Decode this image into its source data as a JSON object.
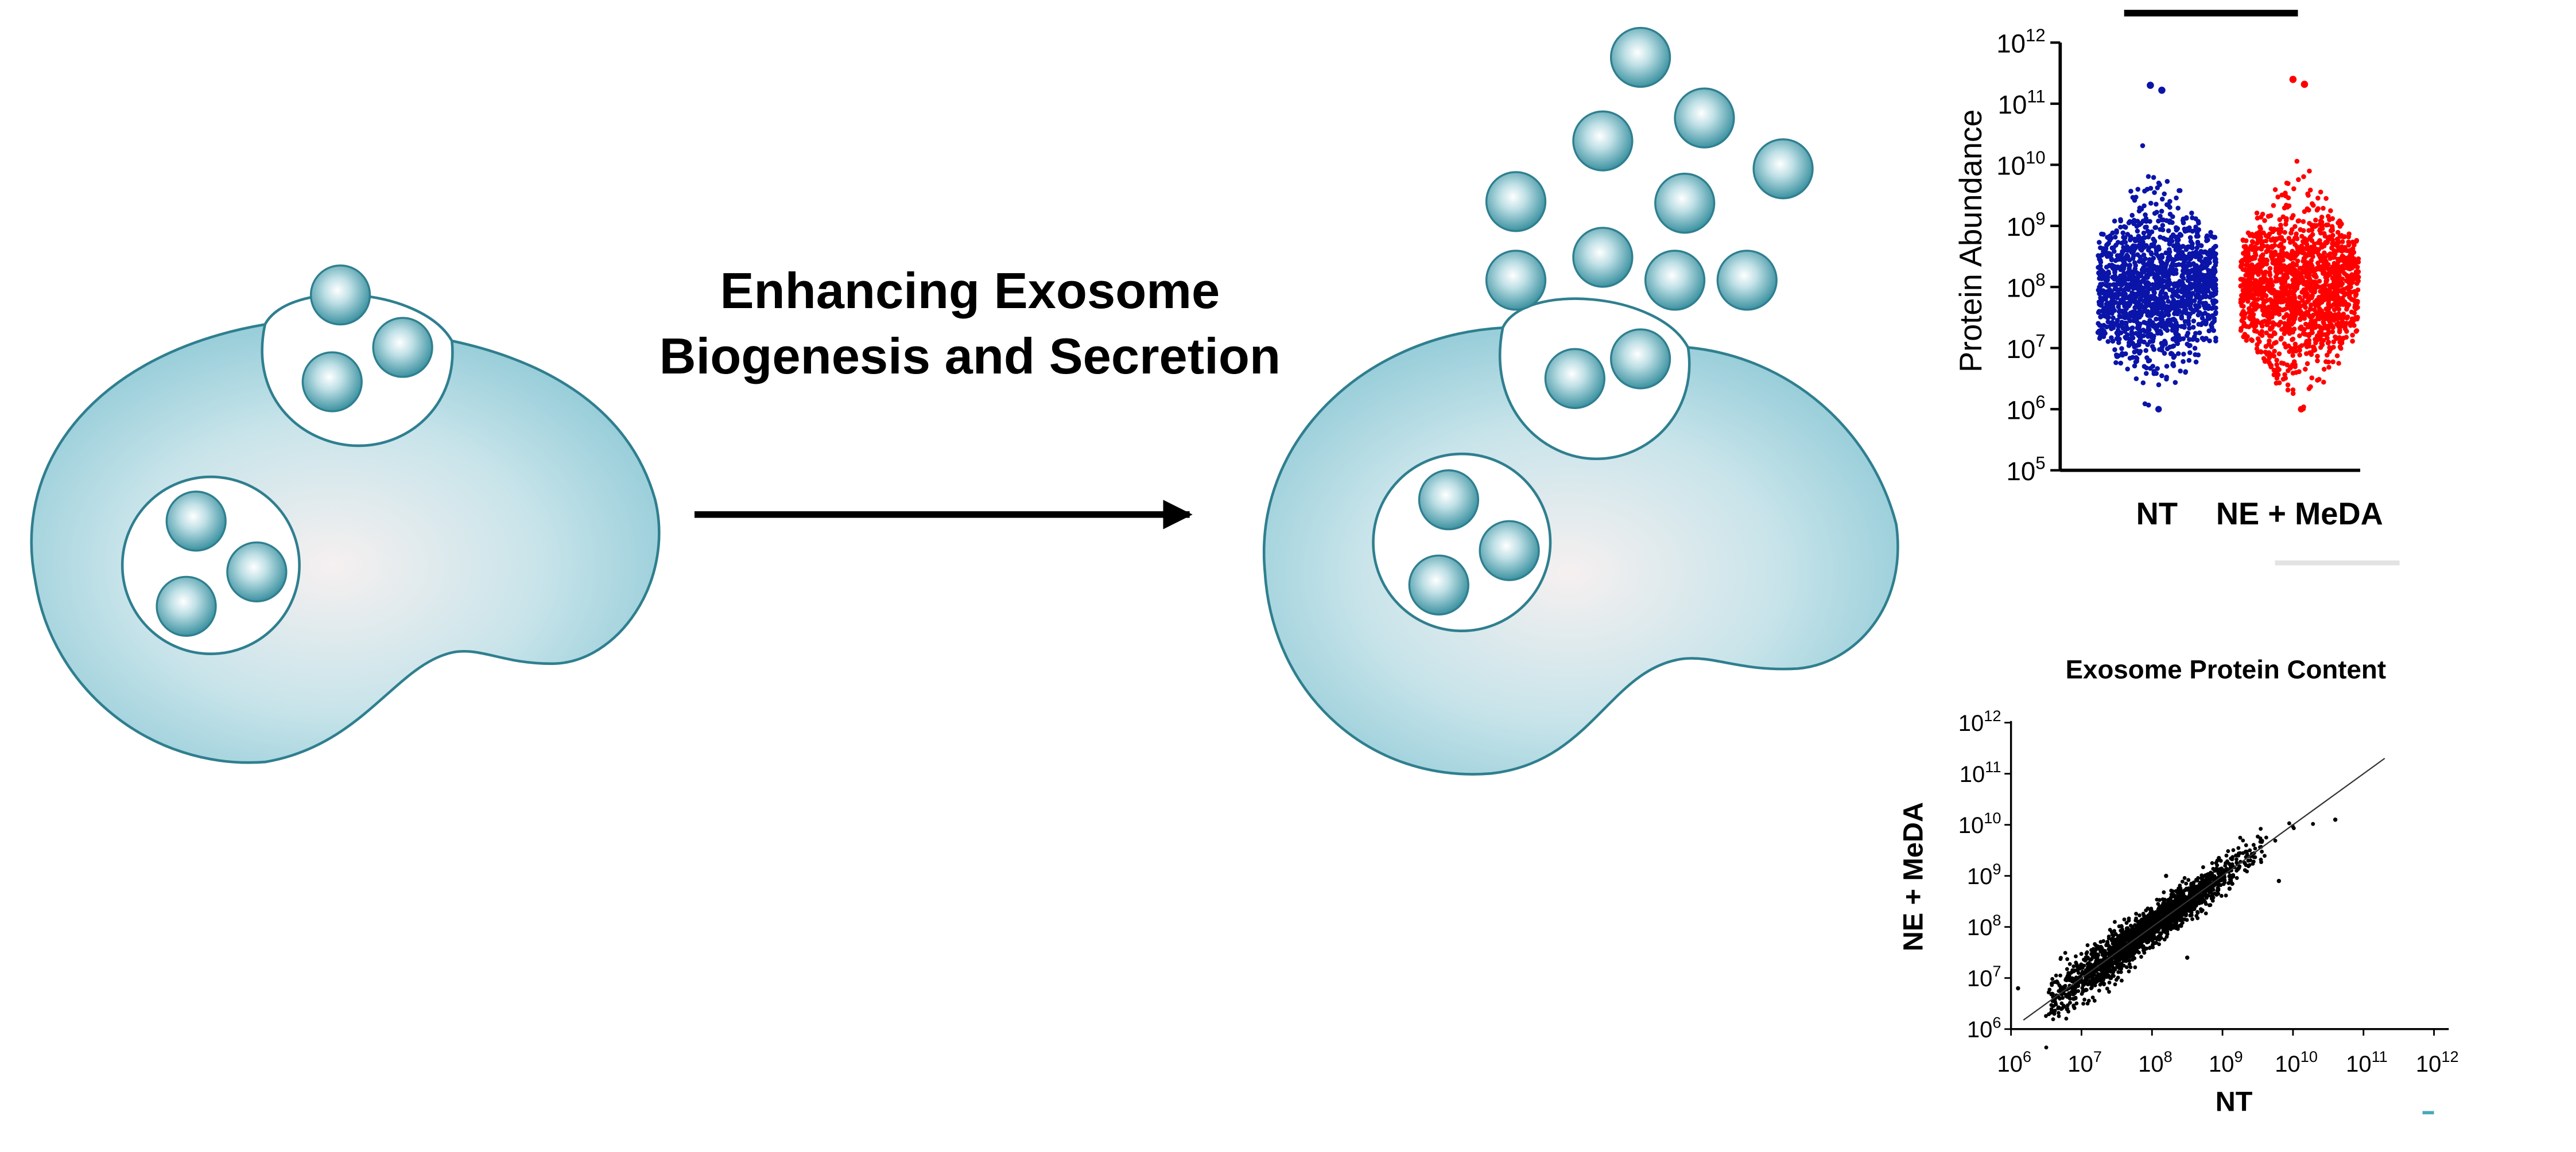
{
  "headline": {
    "line1": "Enhancing Exosome",
    "line2": "Biogenesis and Secretion"
  },
  "colors": {
    "cell_fill_center": "#f6f0f0",
    "cell_fill_edge": "#8ec9d6",
    "cell_stroke": "#2f7f8f",
    "exosome_light": "#ffffff",
    "exosome_dark": "#2f8a9a",
    "series_NT": "#0a14a8",
    "series_NE_MeDA": "#ff0000",
    "scatter_points": "#000000",
    "arrow": "#000000"
  },
  "icons": [
    "cell-icon",
    "exosome-icon",
    "multivesicular-body-icon",
    "right-arrow-icon"
  ],
  "chart_data": [
    {
      "type": "scatter",
      "subtype": "dot-plot",
      "title": "",
      "xlabel": "",
      "ylabel": "Protein Abundance",
      "y_scale": "log",
      "ylim": [
        100000,
        1000000000000
      ],
      "y_ticks": [
        "10^5",
        "10^6",
        "10^7",
        "10^8",
        "10^9",
        "10^10",
        "10^11",
        "10^12"
      ],
      "categories": [
        "NT",
        "NE + MeDA"
      ],
      "series": [
        {
          "name": "NT",
          "color": "#0a14a8",
          "min": 1000000,
          "median": 100000000,
          "max": 200000000000
        },
        {
          "name": "NE + MeDA",
          "color": "#ff0000",
          "min": 1000000,
          "median": 100000000,
          "max": 250000000000
        }
      ],
      "grid": false,
      "legend": "none"
    },
    {
      "type": "scatter",
      "title": "Exosome Protein Content",
      "xlabel": "NT",
      "ylabel": "NE + MeDA",
      "x_scale": "log",
      "y_scale": "log",
      "xlim": [
        1000000,
        1000000000000
      ],
      "ylim": [
        1000000,
        1000000000000
      ],
      "x_ticks": [
        "10^6",
        "10^7",
        "10^8",
        "10^9",
        "10^10",
        "10^11",
        "10^12"
      ],
      "y_ticks": [
        "10^6",
        "10^7",
        "10^8",
        "10^9",
        "10^10",
        "10^11",
        "10^12"
      ],
      "fit_line": {
        "from": [
          1500000,
          1500000
        ],
        "to": [
          200000000000,
          200000000000
        ]
      },
      "grid": false,
      "legend": "none"
    }
  ]
}
